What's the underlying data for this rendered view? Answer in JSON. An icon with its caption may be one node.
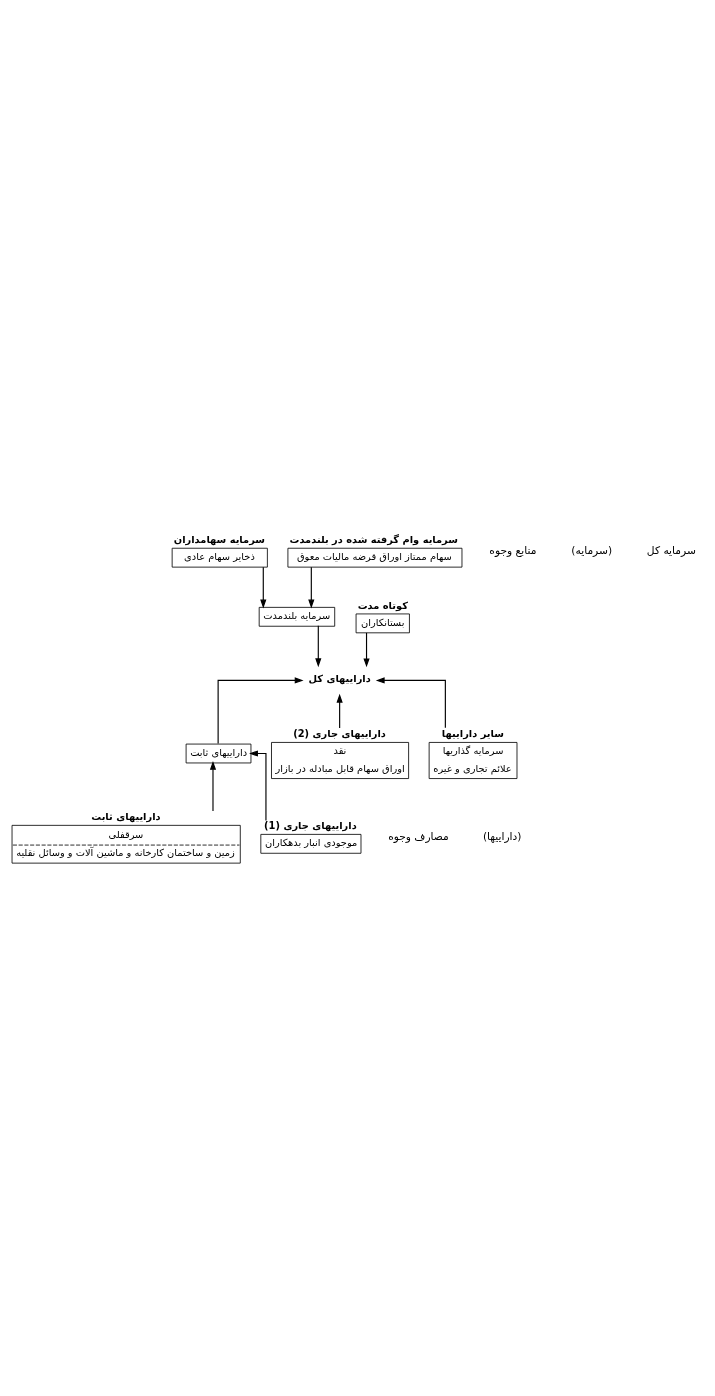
{
  "diagram": {
    "nodes": [
      {
        "text": [
          "ذخایر سهام عادی"
        ],
        "beside": [
          "سرمایه سهامداران"
        ]
      },
      {
        "text": [
          "سرمایه بلندمدت"
        ]
      },
      {
        "text": [
          "سهام ممتاز اوراق قرضه مالیات معوق"
        ],
        "beside": [
          "سرمایه وام گرفته شده در بلندمدت"
        ]
      },
      {
        "text": [
          "بستانکاران"
        ],
        "beside": [
          "کوتاه مدت"
        ]
      },
      {
        "text": [
          "داراییهای کل"
        ]
      },
      {
        "text": [
          "داراییهای ثابت"
        ]
      },
      {
        "text": [
          "سرقفلی",
          "زمین و ساختمان کارخانه و ماشین آلات و وسائل نقلیه"
        ],
        "beside": [
          "داراییهای ثابت"
        ]
      },
      {
        "text": [
          "موجودی انبار بدهکاران"
        ],
        "beside": [
          "داراییهای جاری (1)"
        ]
      },
      {
        "text": [
          "نقد",
          "اوراق سهام قابل مبادله در بازار"
        ],
        "beside": [
          "داراییهای جاری (2)"
        ]
      },
      {
        "text": [
          "سرمایه گذاریها",
          "علائم تجاری و غیره"
        ],
        "beside": [
          "سایر داراییها"
        ]
      }
    ],
    "edges": [
      {
        "from": 0,
        "to": 1,
        "arrow": "to"
      },
      {
        "from": 2,
        "to": 1,
        "arrow": "to"
      },
      {
        "from": 1,
        "to": 4,
        "arrow": "to"
      },
      {
        "from": 3,
        "to": 4,
        "arrow": "to"
      },
      {
        "from": 5,
        "to": 4,
        "arrow": "to"
      },
      {
        "from": 8,
        "to": 4,
        "arrow": "to"
      },
      {
        "from": 9,
        "to": 4,
        "arrow": "to"
      },
      {
        "from": 6,
        "to": 5,
        "arrow": "to"
      },
      {
        "from": 7,
        "to": 5,
        "arrow": "to"
      }
    ],
    "labels": [
      "منابع وجوه",
      "(سرمایه)",
      "سرمایه کل",
      "مصارف وجوه",
      "(داراییها)"
    ]
  }
}
